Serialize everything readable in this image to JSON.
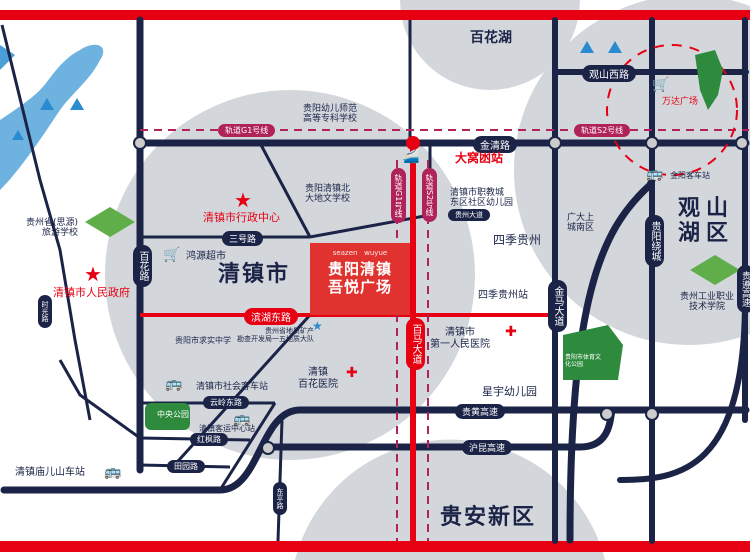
{
  "project": {
    "brand_left": "seazen",
    "brand_right": "wuyue",
    "name_line1": "贵阳清镇",
    "name_line2": "吾悦广场"
  },
  "districts": {
    "qingzhen": "清镇市",
    "guanshanhu": "观山湖区",
    "guian": "贵安新区",
    "baihuahu": "百花湖"
  },
  "roads": {
    "jinqing": "金清路",
    "baihua": "百花路",
    "sanhao": "三号路",
    "binhudong": "滨湖东路",
    "baima": "百马大道",
    "jinma": "金马大道",
    "guiyang_ring": "贵阳绕城",
    "guanshanxi": "观山西路",
    "guizhou_avenue": "贵州大道",
    "guihuang": "贵黄高速",
    "hukun": "沪昆高速",
    "yunling_east": "云岭东路",
    "hongfeng": "红枫路",
    "tiantian": "田园路",
    "dongmen": "东平路",
    "xinhe": "时光路",
    "guizun": "贵遵高速"
  },
  "rail": {
    "g1_top": "轨道G1号线",
    "s2_top": "轨道S2号线",
    "g1_v": "轨道G1号线",
    "s2_v": "轨道S2号线"
  },
  "pois": {
    "kindergarten_college": "贵阳幼儿师范\n高等专科学校",
    "dawenxue": "贵阳清镇北\n大地文学校",
    "gov_center": "清镇市行政中心",
    "people_gov": "清镇市人民政府",
    "tourism_school": "贵州省(思源)\n旅游学校",
    "hongyuan_market": "鸿源超市",
    "dawo_station": "大窝凼站",
    "vocational_kg": "清镇市职教城\n东区社区幼儿园",
    "four_seasons": "四季贵州",
    "four_seasons_station": "四季贵州站",
    "guangda": "广大上\n城南区",
    "jinyang_bus": "金阳客车站",
    "wanda": "万达广场",
    "qiushi_school": "贵阳市求实中学",
    "geology_team": "贵州省地质矿产\n勘查开发局一五地质大队",
    "baihua_hospital": "清镇\n百花医院",
    "first_hospital": "清镇市\n第一人民医院",
    "xingyu_kg": "星宇幼儿园",
    "social_bus": "清镇市社会客车站",
    "central_park": "中央公园",
    "passenger_center": "清镇客运中心站",
    "miaoershan_bus": "清镇庙儿山车站",
    "industrial_college": "贵州工业职业\n技术学院",
    "culture_park": "贵阳市体育文化公园"
  },
  "colors": {
    "road": "#1b2447",
    "accent": "#e60012",
    "project": "#e0322f",
    "district": "#d3d7dc",
    "park": "#2e8b3e",
    "water": "#4a9fd8"
  }
}
